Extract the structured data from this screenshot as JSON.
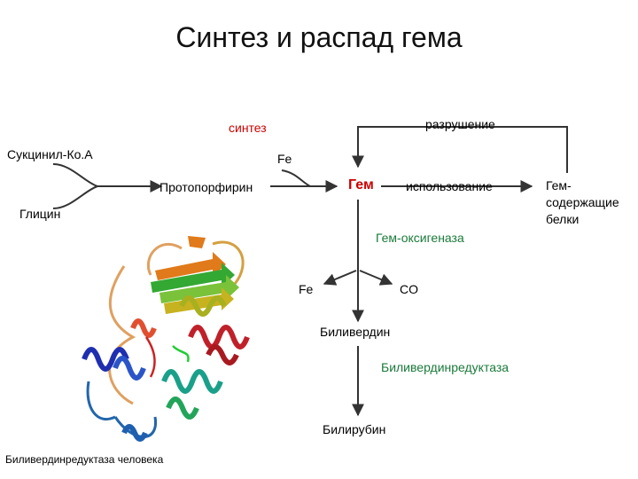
{
  "title": "Синтез и распад гема",
  "labels": {
    "synthesis": "синтез",
    "destruction": "разрушение",
    "succinyl_coa": "Сукцинил-Ко.А",
    "glycine": "Глицин",
    "protoporphyrin": "Протопорфирин",
    "fe_in": "Fe",
    "heme": "Гем",
    "usage": "использование",
    "heme_proteins": [
      "Гем-",
      "содержащие",
      "белки"
    ],
    "heme_oxygenase": "Гем-оксигеназа",
    "fe_out": "Fe",
    "co": "CO",
    "biliverdin": "Биливердин",
    "biliverdin_reductase": "Биливердинредуктаза",
    "bilirubin": "Билирубин",
    "protein_caption": "Биливердинредуктаза человека"
  },
  "colors": {
    "arrow": "#333333",
    "synthesis_text": "#cc0000",
    "heme_text": "#cc0000",
    "enzyme_text": "#1a7a3a"
  }
}
